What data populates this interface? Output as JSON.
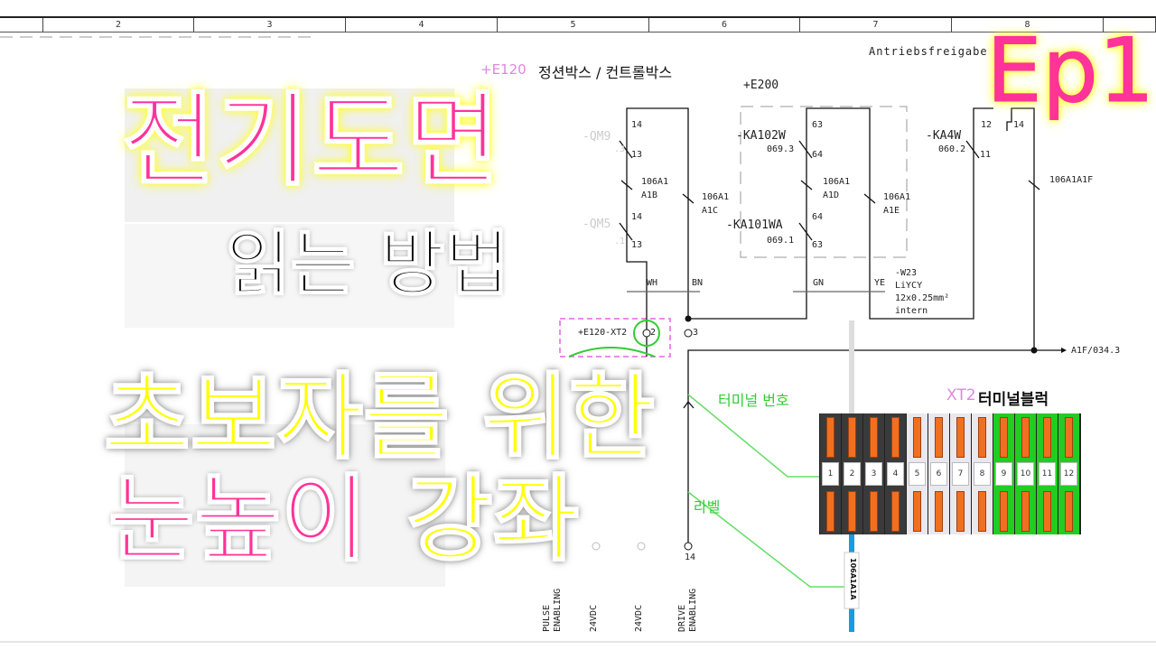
{
  "ruler": {
    "columns": [
      "",
      "2",
      "3",
      "4",
      "5",
      "6",
      "7",
      "8",
      ""
    ]
  },
  "headline": {
    "line1": "전기도면",
    "line2": "읽는 방법",
    "line3": "초보자를 위한",
    "line4_pink": "눈높이",
    "line4_yellow": "강좌",
    "episode": "Ep1"
  },
  "schematic": {
    "page_title": "Antriebsfreigabe",
    "box_e120_tag": "+E120",
    "box_e120_desc": "정션박스 / 컨트롤박스",
    "box_e200_tag": "+E200",
    "qm9": "-QM9",
    "qm9_ref": ".3",
    "qm5": "-QM5",
    "qm5_ref": ".1",
    "pin14a": "14",
    "pin13a": "13",
    "pin14b": "14",
    "pin13b": "13",
    "wire_a1b": "106A1\nA1B",
    "wire_a1c": "106A1\nA1C",
    "ka102w": "-KA102W",
    "ka102w_ref": "069.3",
    "pin63a": "63",
    "pin64a": "64",
    "ka101wa": "-KA101WA",
    "ka101wa_ref": "069.1",
    "pin64b": "64",
    "pin63b": "63",
    "wire_a1d": "106A1\nA1D",
    "wire_a1e": "106A1\nA1E",
    "ka4w": "-KA4W",
    "ka4w_ref": "060.2",
    "pin12": "12",
    "pin14c": "14",
    "pin11": "11",
    "wire_a1f": "106A1A1F",
    "cable_cores": [
      "WH",
      "BN",
      "GN",
      "YE"
    ],
    "cable": "-W23\nLiYCY\n12x0.25mm²\nintern",
    "xt2_label": "+E120-XT2",
    "xt2_pin2": "2",
    "xt2_pin3": "3",
    "xref_out": "A1F/034.3",
    "bottom_signals": [
      "PULSE\nENABLING",
      "24VDC",
      "24VDC",
      "DRIVE\nENABLING"
    ],
    "bottom_pin": "14"
  },
  "annotations": {
    "terminal_number": "터미널 번호",
    "label": "라벨",
    "xt2_tag": "XT2",
    "terminal_block": "터미널블럭"
  },
  "terminal_block": {
    "terminals": [
      "1",
      "2",
      "3",
      "4",
      "5",
      "6",
      "7",
      "8",
      "9",
      "10",
      "11",
      "12"
    ],
    "groups": [
      "dark",
      "dark",
      "dark",
      "dark",
      "white",
      "white",
      "white",
      "white",
      "green",
      "green",
      "green",
      "green"
    ],
    "wire_marker": "106A1A1A",
    "colors": {
      "dark": "#3a3a3a",
      "white": "#e8e8ee",
      "green": "#22cc22",
      "slot": "#f07020",
      "wire": "#1a9ae0"
    }
  },
  "colors": {
    "pink": "#ff3399",
    "yellow": "#ffff00",
    "annotation_green": "#33cc33",
    "e120_tag": "#dd88dd"
  }
}
